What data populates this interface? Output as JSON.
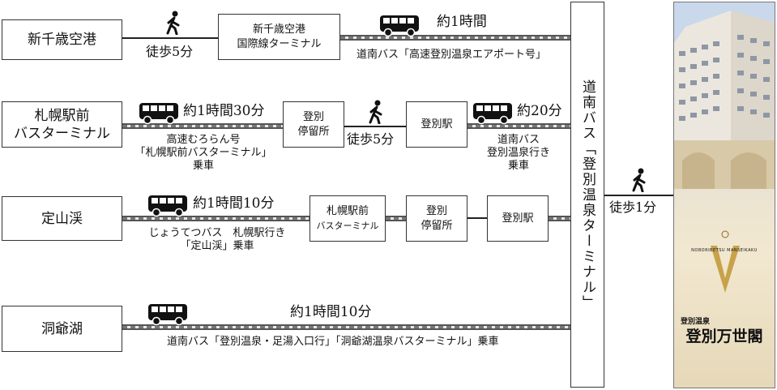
{
  "routes": {
    "chitose": {
      "origin": "新千歳空港",
      "walk_duration": "徒歩5分",
      "stop_line1": "新千歳空港",
      "stop_line2": "国際線ターミナル",
      "bus_duration": "約1時間",
      "bus_name": "道南バス「高速登別温泉エアポート号」"
    },
    "sapporo": {
      "origin_line1": "札幌駅前",
      "origin_line2": "バスターミナル",
      "bus_duration": "約1時間30分",
      "bus_line1": "高速むろらん号",
      "bus_line2": "「札幌駅前バスターミナル」",
      "bus_line3": "乗車",
      "stop1_line1": "登別",
      "stop1_line2": "停留所",
      "walk_duration": "徒歩5分",
      "stop2": "登別駅",
      "bus2_duration": "約20分",
      "bus2_line1": "道南バス",
      "bus2_line2": "登別温泉行き",
      "bus2_line3": "乗車"
    },
    "jozankei": {
      "origin": "定山渓",
      "bus_duration": "約1時間10分",
      "bus_line1": "じょうてつバス　札幌駅行き",
      "bus_line2": "「定山渓」乗車",
      "stop1_line1": "札幌駅前",
      "stop1_line2": "バスターミナル",
      "stop2_line1": "登別",
      "stop2_line2": "停留所",
      "stop3": "登別駅"
    },
    "toya": {
      "origin": "洞爺湖",
      "bus_duration": "約1時間10分",
      "bus_name": "道南バス「登別温泉・足湯入口行」「洞爺湖温泉バスターミナル」乗車"
    }
  },
  "terminal": "道南バス「登別温泉ターミナル」",
  "final_walk": "徒歩1分",
  "hotel": {
    "brand_small": "登別温泉",
    "brand": "登別万世閣",
    "brand_roman": "NOBORIBETSU MANSEIKAKU"
  },
  "colors": {
    "line": "#555555",
    "road_dash": "#777777",
    "icon": "#111111",
    "hotel_accent": "#c8a24a"
  }
}
